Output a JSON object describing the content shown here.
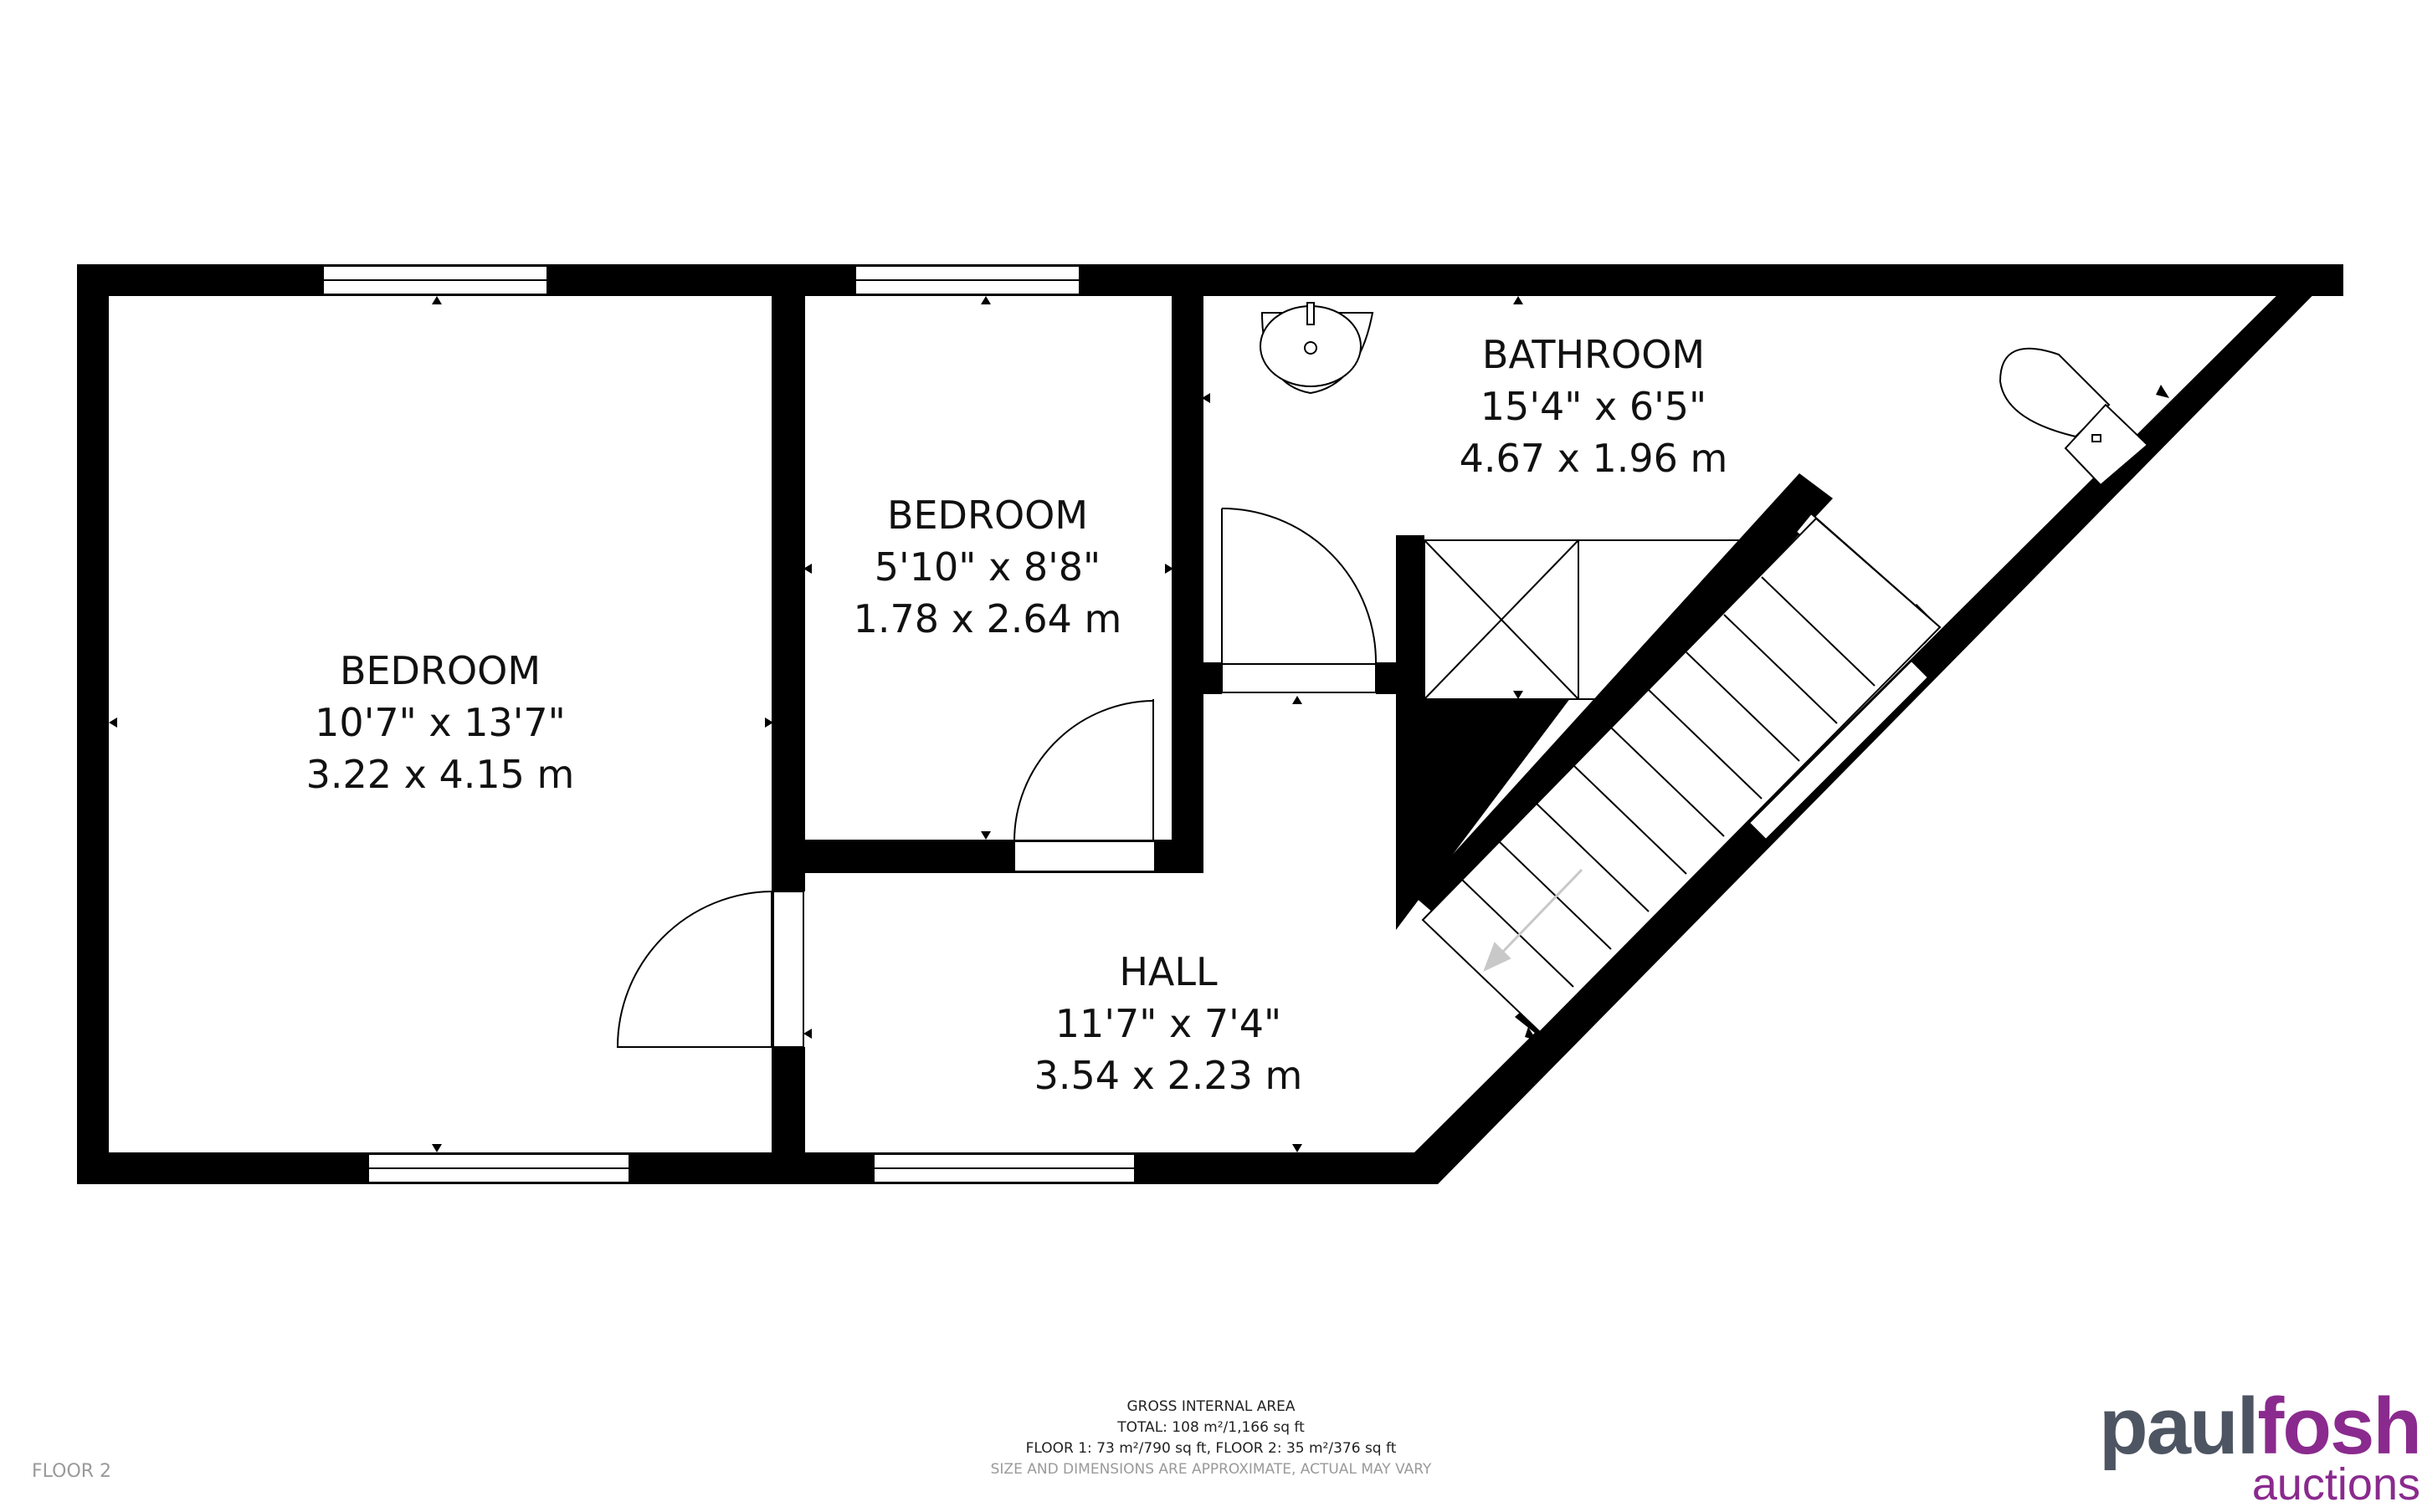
{
  "rooms": [
    {
      "name": "BEDROOM",
      "imperial": "10'7\" x 13'7\"",
      "metric": "3.22 x 4.15 m"
    },
    {
      "name": "BEDROOM",
      "imperial": "5'10\" x 8'8\"",
      "metric": "1.78 x 2.64 m"
    },
    {
      "name": "BATHROOM",
      "imperial": "15'4\" x 6'5\"",
      "metric": "4.67 x 1.96 m"
    },
    {
      "name": "HALL",
      "imperial": "11'7\" x 7'4\"",
      "metric": "3.54 x 2.23 m"
    }
  ],
  "area": {
    "heading": "GROSS INTERNAL AREA",
    "total": "TOTAL: 108 m²/1,166 sq ft",
    "floors": "FLOOR 1: 73 m²/790 sq ft, FLOOR 2: 35 m²/376 sq ft",
    "note": "SIZE AND DIMENSIONS ARE APPROXIMATE, ACTUAL MAY VARY"
  },
  "floor_label": "FLOOR 2",
  "logo": {
    "word1a": "paul",
    "word1b": "fosh",
    "word2": "auctions"
  },
  "colors": {
    "wall": "#000000",
    "logo_gray": "#4d5562",
    "logo_purple": "#8a2a8e",
    "stair_arrow": "#c8c8c8"
  }
}
